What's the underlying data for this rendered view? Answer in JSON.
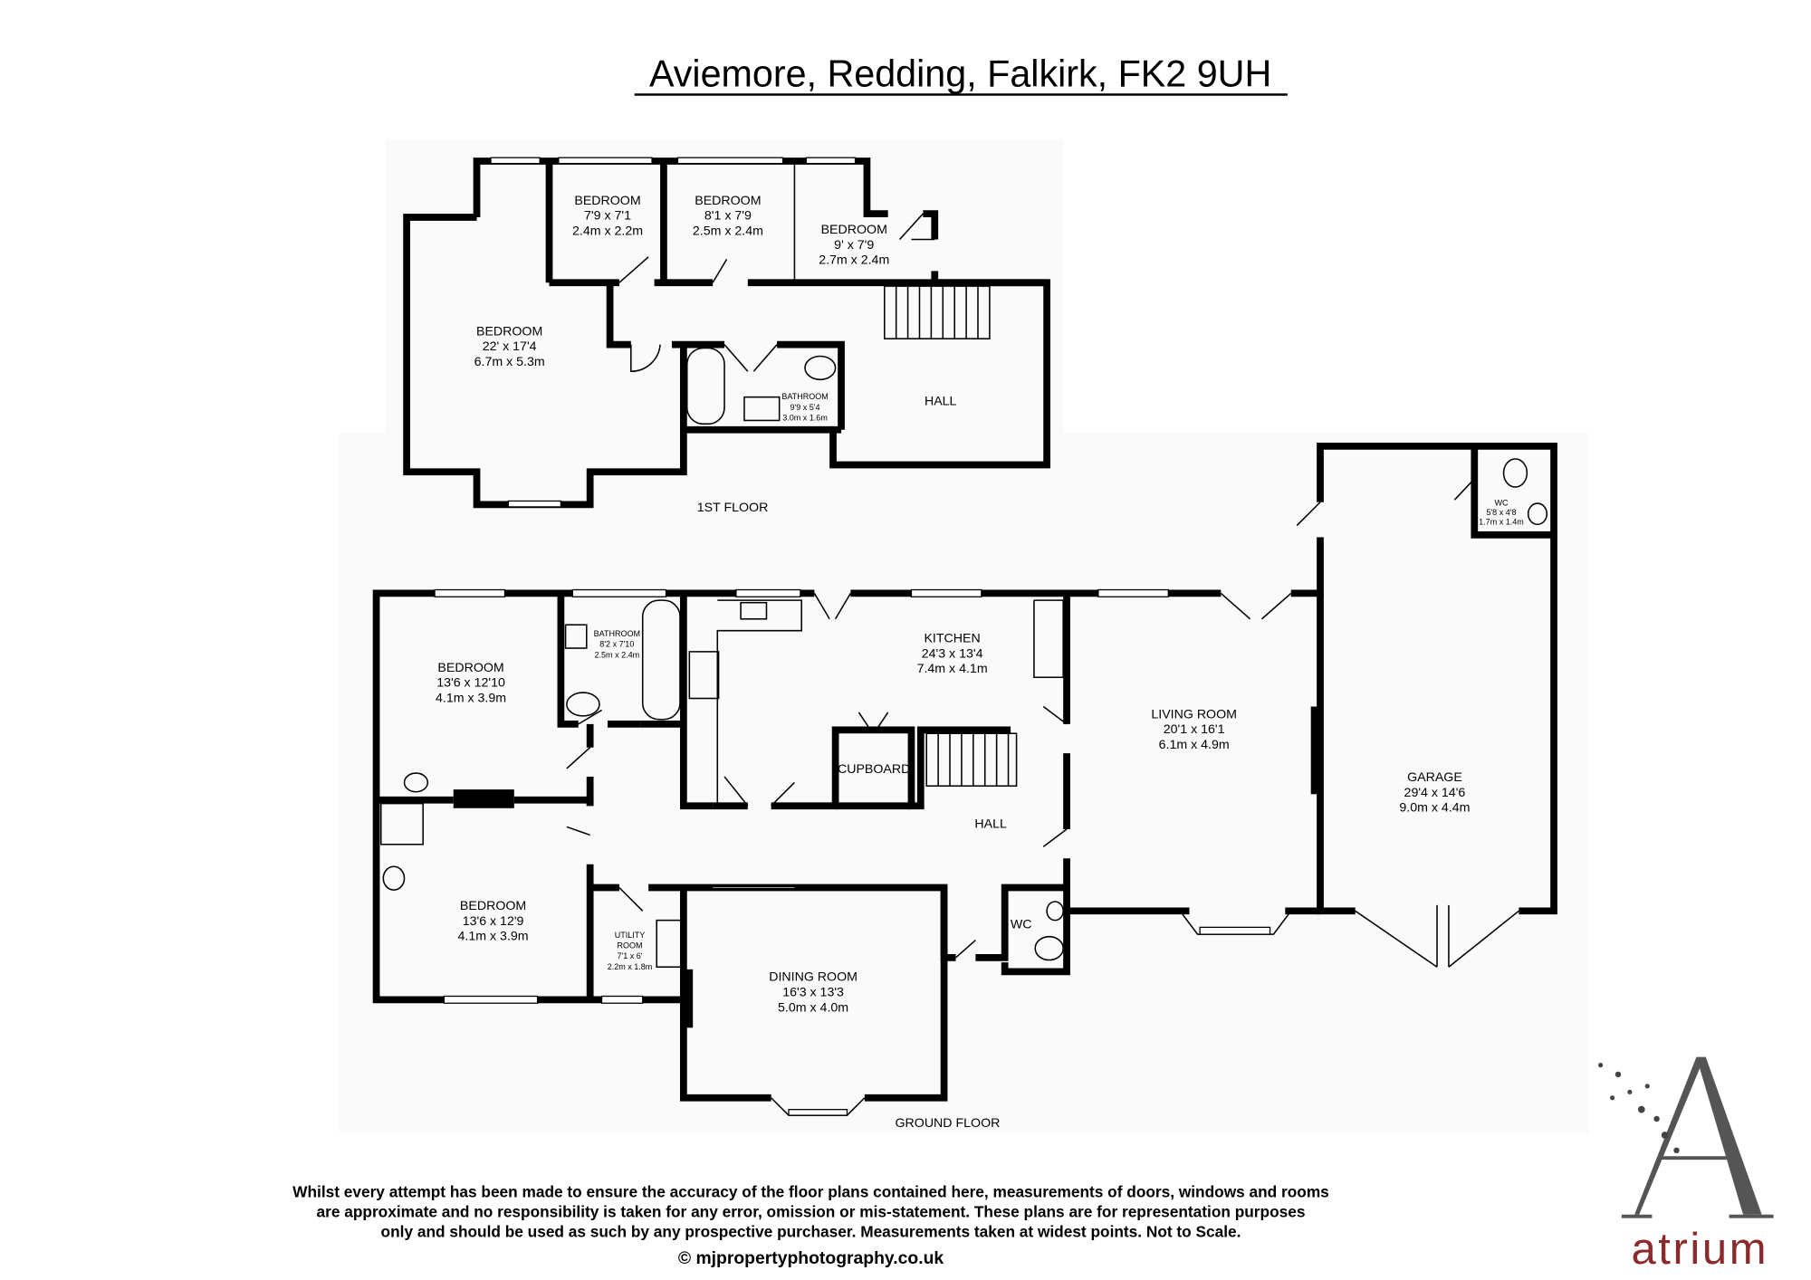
{
  "title": "Aviemore, Redding, Falkirk, FK2 9UH",
  "floors": {
    "first": {
      "label": "1ST FLOOR",
      "rooms": [
        {
          "name": "BEDROOM",
          "imperial": "7'9 x 7'1",
          "metric": "2.4m x 2.2m"
        },
        {
          "name": "BEDROOM",
          "imperial": "8'1 x 7'9",
          "metric": "2.5m x 2.4m"
        },
        {
          "name": "BEDROOM",
          "imperial": "9' x 7'9",
          "metric": "2.7m x 2.4m"
        },
        {
          "name": "BEDROOM",
          "imperial": "22' x 17'4",
          "metric": "6.7m x 5.3m"
        },
        {
          "name": "BATHROOM",
          "imperial": "9'9 x 5'4",
          "metric": "3.0m x 1.6m"
        },
        {
          "name": "HALL"
        }
      ]
    },
    "ground": {
      "label": "GROUND FLOOR",
      "rooms": [
        {
          "name": "BEDROOM",
          "imperial": "13'6 x 12'10",
          "metric": "4.1m x 3.9m"
        },
        {
          "name": "BATHROOM",
          "imperial": "8'2 x 7'10",
          "metric": "2.5m x 2.4m"
        },
        {
          "name": "KITCHEN",
          "imperial": "24'3 x 13'4",
          "metric": "7.4m x 4.1m"
        },
        {
          "name": "LIVING ROOM",
          "imperial": "20'1 x 16'1",
          "metric": "6.1m x 4.9m"
        },
        {
          "name": "GARAGE",
          "imperial": "29'4 x 14'6",
          "metric": "9.0m x 4.4m"
        },
        {
          "name": "WC",
          "imperial": "5'8 x 4'8",
          "metric": "1.7m x 1.4m"
        },
        {
          "name": "CUPBOARD"
        },
        {
          "name": "HALL"
        },
        {
          "name": "BEDROOM",
          "imperial": "13'6 x 12'9",
          "metric": "4.1m x 3.9m"
        },
        {
          "name": "UTILITY",
          "name2": "ROOM",
          "imperial": "7'1 x 6'",
          "metric": "2.2m x 1.8m"
        },
        {
          "name": "DINING ROOM",
          "imperial": "16'3 x 13'3",
          "metric": "5.0m x 4.0m"
        },
        {
          "name": "WC"
        }
      ]
    }
  },
  "disclaimer": [
    "Whilst every attempt has been made to ensure the accuracy of the floor plans contained here, measurements of doors, windows and rooms",
    "are approximate and no responsibility is taken for any error, omission or mis-statement. These plans are for representation purposes",
    "only and should be used as such by any prospective purchaser.  Measurements taken at widest points. Not to Scale."
  ],
  "copyright": "© mjpropertyphotography.co.uk",
  "logo": {
    "letter": "A",
    "text": "atrium",
    "color": "#8b2a2a"
  }
}
